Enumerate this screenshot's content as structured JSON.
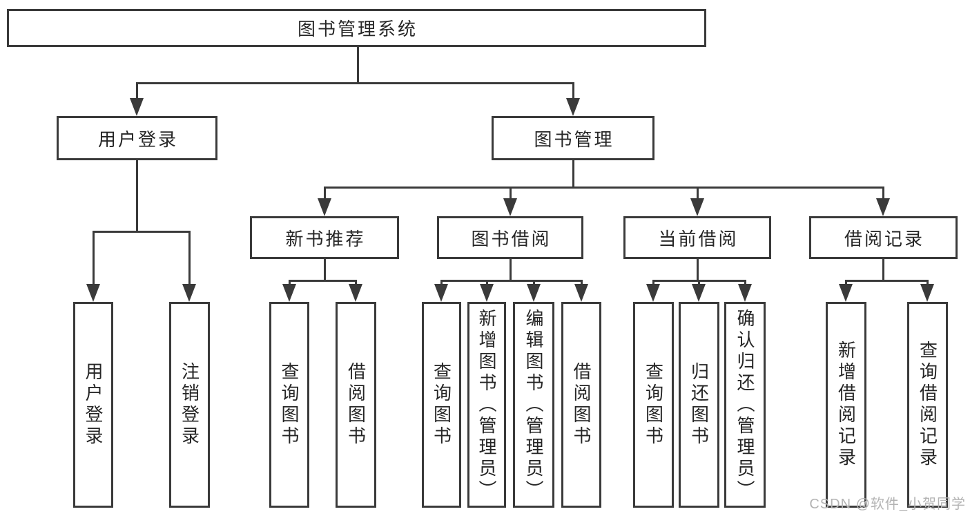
{
  "nodes": {
    "root": "图书管理系统",
    "user_login": "用户登录",
    "book_mgmt": "图书管理",
    "new_book_rec": "新书推荐",
    "book_borrow": "图书借阅",
    "current_borrow": "当前借阅",
    "borrow_record": "借阅记录",
    "leaves": {
      "login": [
        "用户登录",
        "注销登录"
      ],
      "new_book": [
        "查询图书",
        "借阅图书"
      ],
      "borrow": [
        "查询图书",
        "新增图书（管理员）",
        "编辑图书（管理员）",
        "借阅图书"
      ],
      "current": [
        "查询图书",
        "归还图书",
        "确认归还（管理员）"
      ],
      "record": [
        "新增借阅记录",
        "查询借阅记录"
      ]
    }
  },
  "watermark": "CSDN @软件_小贺同学",
  "colors": {
    "line": "#3a3a3a",
    "text": "#262626",
    "watermark": "#b3b3b3",
    "bg": "#ffffff"
  }
}
